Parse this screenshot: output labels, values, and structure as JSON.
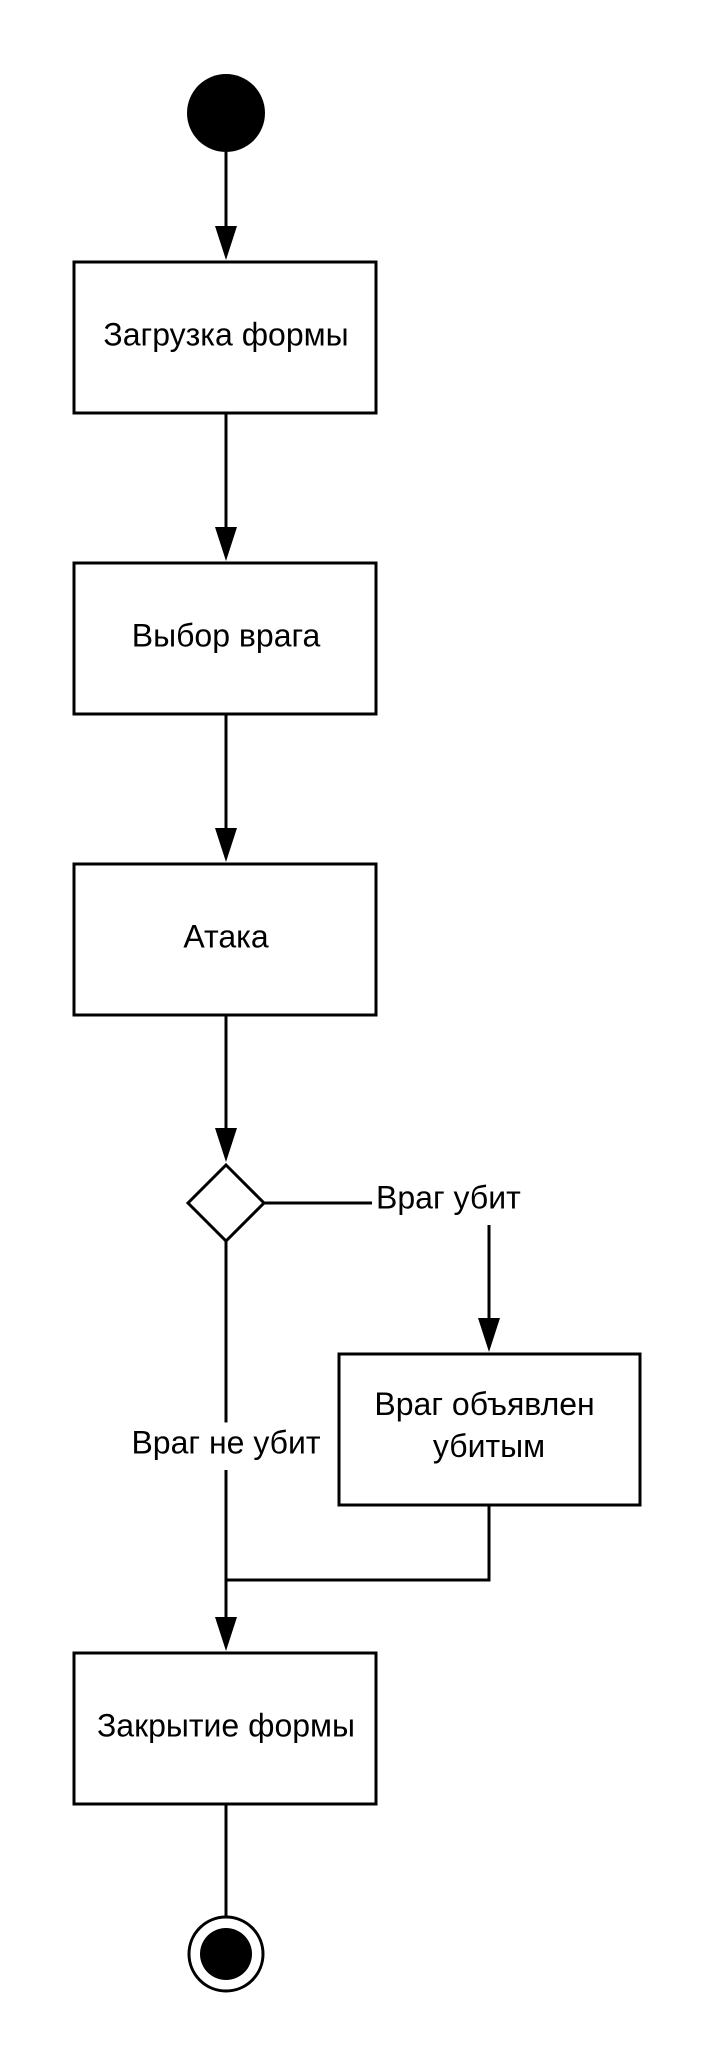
{
  "diagram": {
    "nodes": {
      "load_form": "Загрузка формы",
      "select_enemy": "Выбор врага",
      "attack": "Атака",
      "enemy_declared_line1": "Враг объявлен",
      "enemy_declared_line2": "убитым",
      "close_form": "Закрытие формы"
    },
    "edges": {
      "enemy_killed": "Враг убит",
      "enemy_not_killed": "Враг не убит"
    }
  },
  "colors": {
    "stroke": "#000000",
    "background": "#ffffff"
  }
}
